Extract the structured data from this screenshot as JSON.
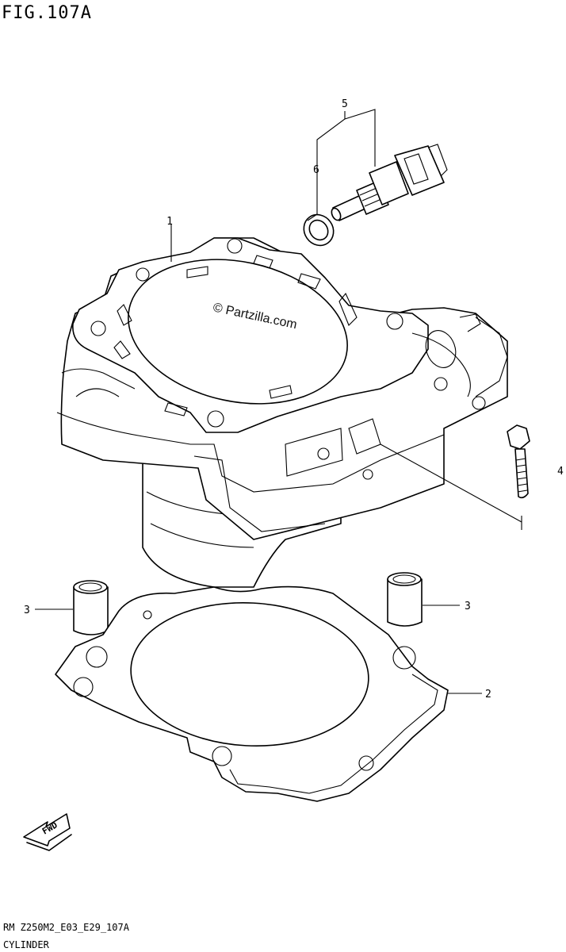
{
  "figure": {
    "title": "FIG.107A",
    "code": "RM Z250M2_E03_E29_107A",
    "name": "CYLINDER"
  },
  "watermark": "© Partzilla.com",
  "callouts": [
    {
      "id": "1",
      "label": "1"
    },
    {
      "id": "2",
      "label": "2"
    },
    {
      "id": "3a",
      "label": "3"
    },
    {
      "id": "3b",
      "label": "3"
    },
    {
      "id": "4",
      "label": "4"
    },
    {
      "id": "5",
      "label": "5"
    },
    {
      "id": "6",
      "label": "6"
    }
  ],
  "direction_label": "FWD"
}
